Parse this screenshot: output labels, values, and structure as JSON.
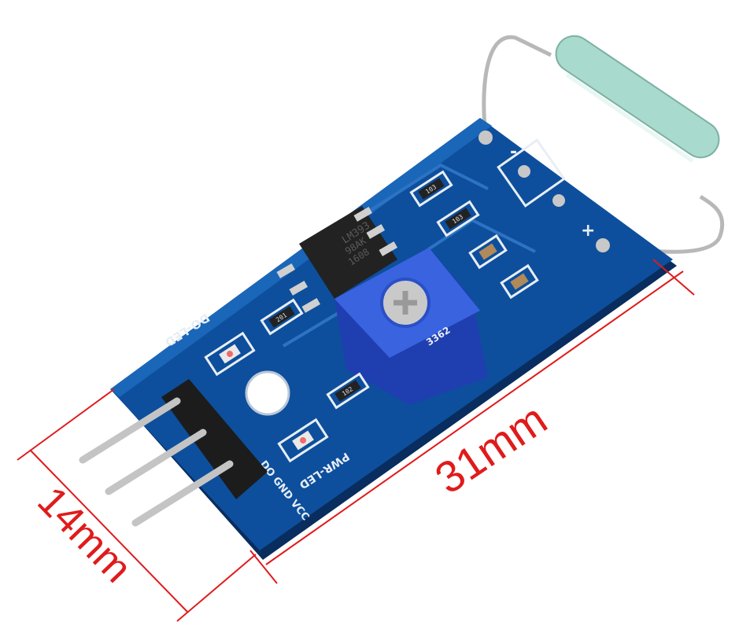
{
  "dimensions": {
    "length_label": "31mm",
    "width_label": "14mm",
    "color": "#e01b1b"
  },
  "board": {
    "pcb_color": "#0d4f9c",
    "chip_label": "LM393",
    "chip_code_1": "98AK",
    "chip_code_2": "1608",
    "pot_label": "3362",
    "resistors": [
      "103",
      "103",
      "102",
      "201"
    ],
    "silkscreen": {
      "do_led": "DO-LED",
      "pwr_led": "PWR-LED",
      "pins": "DO GND VCC",
      "plus": "+",
      "minus": "-"
    }
  }
}
